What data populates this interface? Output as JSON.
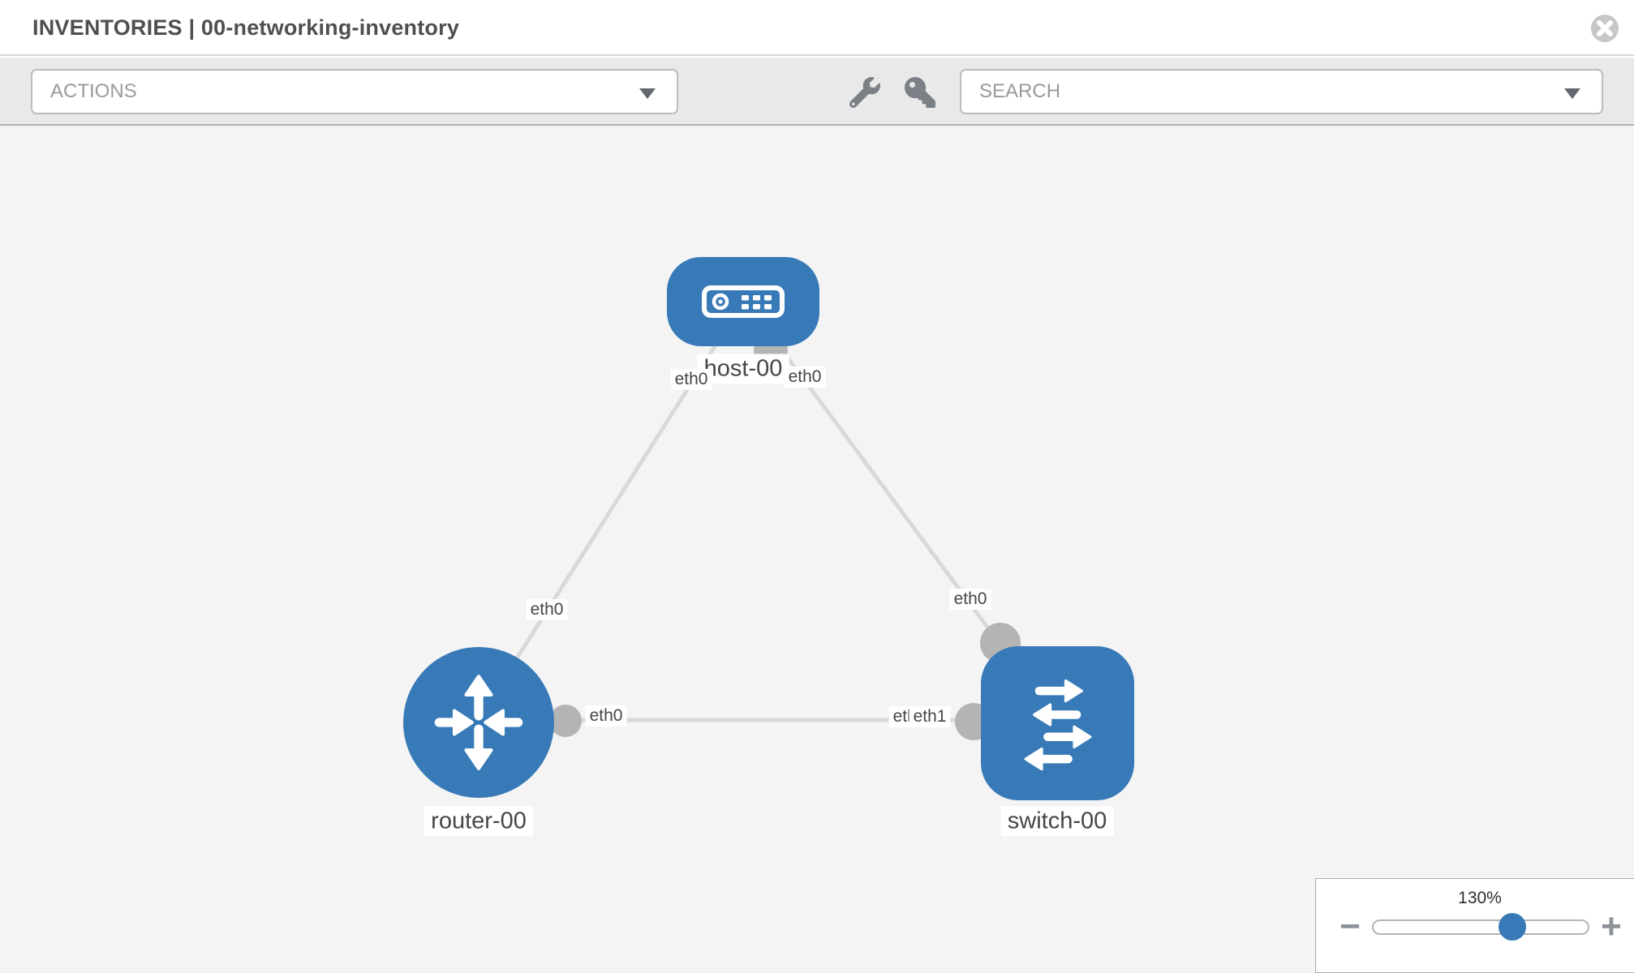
{
  "header": {
    "title": "INVENTORIES | 00-networking-inventory"
  },
  "toolbar": {
    "actions_dropdown": {
      "label": "ACTIONS"
    },
    "search_dropdown": {
      "label": "SEARCH"
    },
    "icons": [
      "wrench-icon",
      "key-icon"
    ]
  },
  "topology": {
    "nodes": [
      {
        "label": "host-00",
        "type": "host",
        "shape": "rounded-rect"
      },
      {
        "label": "router-00",
        "type": "router",
        "shape": "circle"
      },
      {
        "label": "switch-00",
        "type": "switch",
        "shape": "rounded-square"
      }
    ],
    "links": [
      {
        "source": "host-00",
        "target": "router-00",
        "source_interface": "eth0",
        "target_interface": "eth0"
      },
      {
        "source": "host-00",
        "target": "switch-00",
        "source_interface": "eth0",
        "target_interface": "eth0"
      },
      {
        "source": "router-00",
        "target": "switch-00",
        "source_interface": "eth0",
        "target_interfaces": [
          "eth0",
          "eth1"
        ]
      }
    ]
  },
  "zoom_control": {
    "value": "130%",
    "percent": 130,
    "minus_label": "−",
    "plus_label": "+"
  },
  "colors": {
    "node_blue": "#377ab7",
    "link_gray": "#d9d9d9",
    "endpoint_gray": "#b4b4b4",
    "canvas_bg": "#f4f4f4",
    "toolbar_bg": "#e9e9e9"
  }
}
